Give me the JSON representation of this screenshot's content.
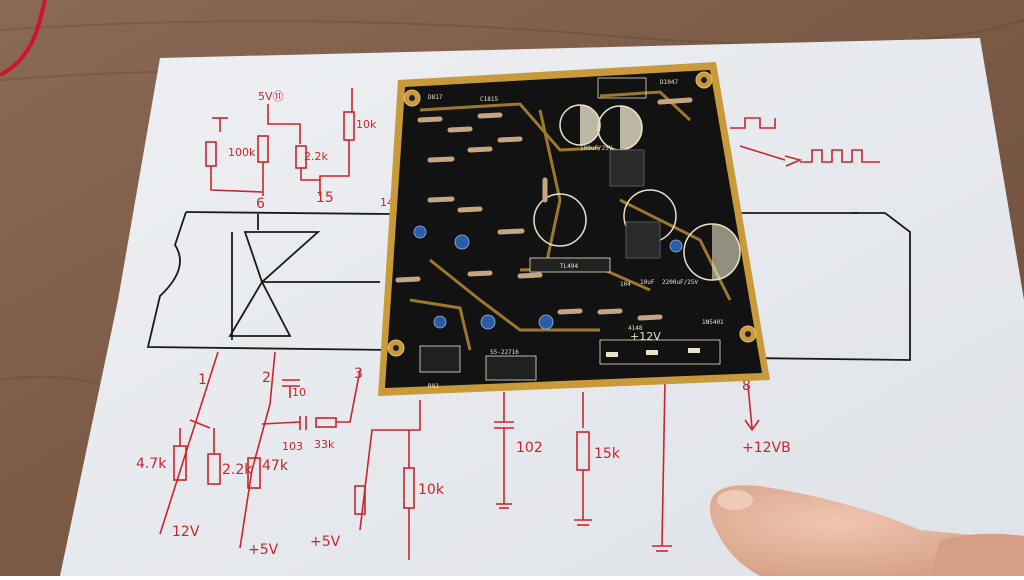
{
  "schematic": {
    "labels": {
      "supply_5v_top": "5V⑪",
      "r_100k": "100k",
      "r_2k2": "2.2k",
      "r_10k_top": "10k",
      "pin6": "6",
      "pin15": "15",
      "pin14": "14",
      "pin1": "1",
      "pin2": "2",
      "pin3": "3",
      "pin8": "8",
      "c_10": "10",
      "c_103": "103",
      "r_33k": "33k",
      "r_47k_left": "4.7k",
      "r_22k": "2.2k",
      "r_47k": "47k",
      "v_12v": "12V",
      "v_5v_a": "+5V",
      "v_5v_b": "+5V",
      "r_10k_bottom": "10k",
      "c_102": "102",
      "r_15k": "15k",
      "v_12vb": "+12VB"
    }
  },
  "pcb": {
    "labels": {
      "plus12v": "+12V",
      "top_left": "D817",
      "top_mid": "C1815",
      "top_right": "D1047",
      "conn": "S5-22716",
      "diode": "1N5401",
      "cap1": "10uF",
      "cap2": "2200uF/25V",
      "cap3": "100uF/25V",
      "ic": "TL494",
      "r_ref": "104",
      "bottom_left": "R03",
      "mid_ref": "4148"
    }
  }
}
